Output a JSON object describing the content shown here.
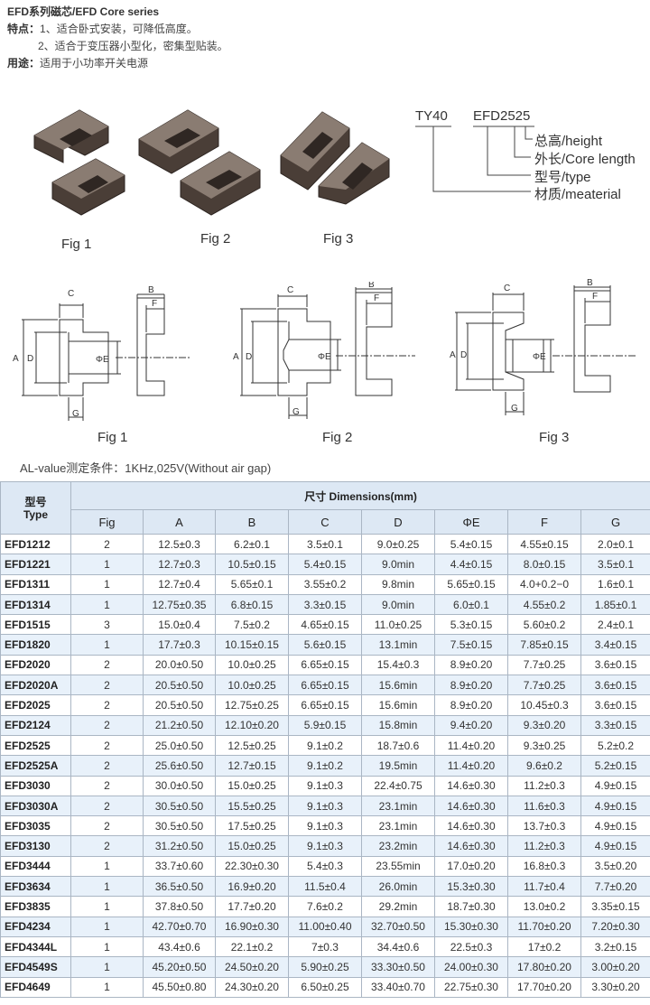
{
  "header": {
    "title": "EFD系列磁芯/EFD Core series",
    "features_label": "特点：",
    "feature1": "1、适合卧式安装，可降低高度。",
    "feature2": "2、适合于变压器小型化，密集型贴装。",
    "usage_label": "用途：",
    "usage": "适用于小功率开关电源"
  },
  "photos": {
    "fig1": "Fig 1",
    "fig2": "Fig 2",
    "fig3": "Fig 3"
  },
  "part_code": {
    "material_code": "TY40",
    "model_code": "EFD2525",
    "height": "总高/height",
    "length": "外长/Core length",
    "type": "型号/type",
    "material": "材质/meaterial"
  },
  "drawings": {
    "fig1": "Fig 1",
    "fig2": "Fig 2",
    "fig3": "Fig 3",
    "labels": {
      "a": "A",
      "b": "B",
      "c": "C",
      "d": "D",
      "e": "ΦE",
      "f": "F",
      "g": "G"
    }
  },
  "al_condition": "AL-value测定条件：1KHz,025V(Without air gap)",
  "table": {
    "type_header_cn": "型号",
    "type_header_en": "Type",
    "dims_header": "尺寸 Dimensions(mm)",
    "columns": [
      "Fig",
      "A",
      "B",
      "C",
      "D",
      "ΦE",
      "F",
      "G"
    ],
    "rows": [
      [
        "EFD1212",
        "2",
        "12.5±0.3",
        "6.2±0.1",
        "3.5±0.1",
        "9.0±0.25",
        "5.4±0.15",
        "4.55±0.15",
        "2.0±0.1"
      ],
      [
        "EFD1221",
        "1",
        "12.7±0.3",
        "10.5±0.15",
        "5.4±0.15",
        "9.0min",
        "4.4±0.15",
        "8.0±0.15",
        "3.5±0.1"
      ],
      [
        "EFD1311",
        "1",
        "12.7±0.4",
        "5.65±0.1",
        "3.55±0.2",
        "9.8min",
        "5.65±0.15",
        "4.0+0.2−0",
        "1.6±0.1"
      ],
      [
        "EFD1314",
        "1",
        "12.75±0.35",
        "6.8±0.15",
        "3.3±0.15",
        "9.0min",
        "6.0±0.1",
        "4.55±0.2",
        "1.85±0.1"
      ],
      [
        "EFD1515",
        "3",
        "15.0±0.4",
        "7.5±0.2",
        "4.65±0.15",
        "11.0±0.25",
        "5.3±0.15",
        "5.60±0.2",
        "2.4±0.1"
      ],
      [
        "EFD1820",
        "1",
        "17.7±0.3",
        "10.15±0.15",
        "5.6±0.15",
        "13.1min",
        "7.5±0.15",
        "7.85±0.15",
        "3.4±0.15"
      ],
      [
        "EFD2020",
        "2",
        "20.0±0.50",
        "10.0±0.25",
        "6.65±0.15",
        "15.4±0.3",
        "8.9±0.20",
        "7.7±0.25",
        "3.6±0.15"
      ],
      [
        "EFD2020A",
        "2",
        "20.5±0.50",
        "10.0±0.25",
        "6.65±0.15",
        "15.6min",
        "8.9±0.20",
        "7.7±0.25",
        "3.6±0.15"
      ],
      [
        "EFD2025",
        "2",
        "20.5±0.50",
        "12.75±0.25",
        "6.65±0.15",
        "15.6min",
        "8.9±0.20",
        "10.45±0.3",
        "3.6±0.15"
      ],
      [
        "EFD2124",
        "2",
        "21.2±0.50",
        "12.10±0.20",
        "5.9±0.15",
        "15.8min",
        "9.4±0.20",
        "9.3±0.20",
        "3.3±0.15"
      ],
      [
        "EFD2525",
        "2",
        "25.0±0.50",
        "12.5±0.25",
        "9.1±0.2",
        "18.7±0.6",
        "11.4±0.20",
        "9.3±0.25",
        "5.2±0.2"
      ],
      [
        "EFD2525A",
        "2",
        "25.6±0.50",
        "12.7±0.15",
        "9.1±0.2",
        "19.5min",
        "11.4±0.20",
        "9.6±0.2",
        "5.2±0.15"
      ],
      [
        "EFD3030",
        "2",
        "30.0±0.50",
        "15.0±0.25",
        "9.1±0.3",
        "22.4±0.75",
        "14.6±0.30",
        "11.2±0.3",
        "4.9±0.15"
      ],
      [
        "EFD3030A",
        "2",
        "30.5±0.50",
        "15.5±0.25",
        "9.1±0.3",
        "23.1min",
        "14.6±0.30",
        "11.6±0.3",
        "4.9±0.15"
      ],
      [
        "EFD3035",
        "2",
        "30.5±0.50",
        "17.5±0.25",
        "9.1±0.3",
        "23.1min",
        "14.6±0.30",
        "13.7±0.3",
        "4.9±0.15"
      ],
      [
        "EFD3130",
        "2",
        "31.2±0.50",
        "15.0±0.25",
        "9.1±0.3",
        "23.2min",
        "14.6±0.30",
        "11.2±0.3",
        "4.9±0.15"
      ],
      [
        "EFD3444",
        "1",
        "33.7±0.60",
        "22.30±0.30",
        "5.4±0.3",
        "23.55min",
        "17.0±0.20",
        "16.8±0.3",
        "3.5±0.20"
      ],
      [
        "EFD3634",
        "1",
        "36.5±0.50",
        "16.9±0.20",
        "11.5±0.4",
        "26.0min",
        "15.3±0.30",
        "11.7±0.4",
        "7.7±0.20"
      ],
      [
        "EFD3835",
        "1",
        "37.8±0.50",
        "17.7±0.20",
        "7.6±0.2",
        "29.2min",
        "18.7±0.30",
        "13.0±0.2",
        "3.35±0.15"
      ],
      [
        "EFD4234",
        "1",
        "42.70±0.70",
        "16.90±0.30",
        "11.00±0.40",
        "32.70±0.50",
        "15.30±0.30",
        "11.70±0.20",
        "7.20±0.30"
      ],
      [
        "EFD4344L",
        "1",
        "43.4±0.6",
        "22.1±0.2",
        "7±0.3",
        "34.4±0.6",
        "22.5±0.3",
        "17±0.2",
        "3.2±0.15"
      ],
      [
        "EFD4549S",
        "1",
        "45.20±0.50",
        "24.50±0.20",
        "5.90±0.25",
        "33.30±0.50",
        "24.00±0.30",
        "17.80±0.20",
        "3.00±0.20"
      ],
      [
        "EFD4649",
        "1",
        "45.50±0.80",
        "24.30±0.20",
        "6.50±0.25",
        "33.40±0.70",
        "22.75±0.30",
        "17.70±0.20",
        "3.30±0.20"
      ]
    ]
  }
}
